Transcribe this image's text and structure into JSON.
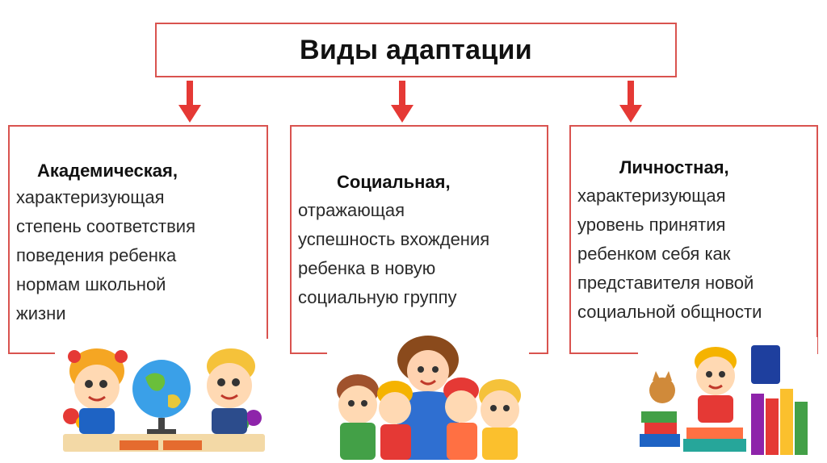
{
  "title": "Виды адаптации",
  "colors": {
    "accent": "#d9534f",
    "arrow": "#e53935"
  },
  "cards": [
    {
      "heading": "Академическая,",
      "body": "характеризующая\nстепень соответствия\nповедения ребенка\nнормам школьной\nжизни"
    },
    {
      "heading": "Социальная,",
      "body": "отражающая\nуспешность вхождения\nребенка в новую\nсоциальную группу"
    },
    {
      "heading": "Личностная,",
      "body": "характеризующая\nуровень принятия\nребенком себя  как\nпредставителя новой\nсоциальной общности"
    }
  ],
  "illustrations": [
    {
      "icon": "kids-with-globe-illustration"
    },
    {
      "icon": "teacher-with-children-illustration"
    },
    {
      "icon": "boy-with-books-illustration"
    }
  ]
}
